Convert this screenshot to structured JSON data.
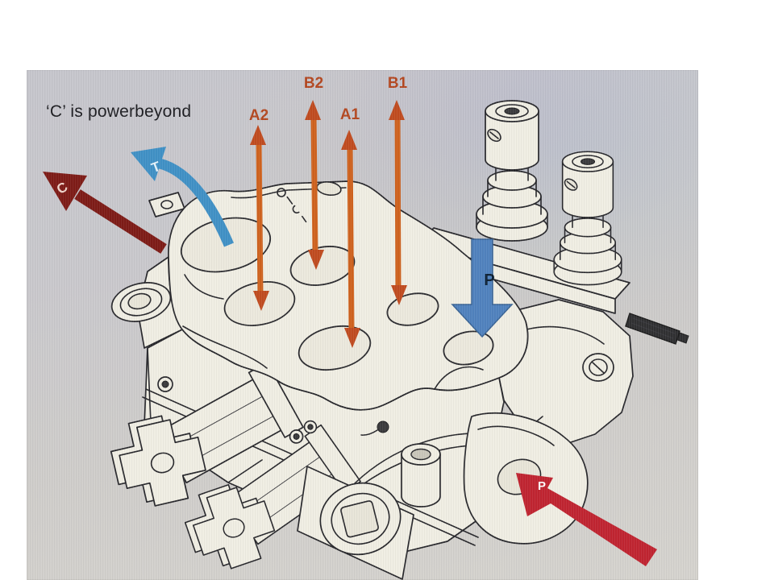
{
  "caption": "‘C’ is powerbeyond",
  "labels": {
    "c": "C",
    "t": "T",
    "a2": "A2",
    "b2": "B2",
    "a1": "A1",
    "b1": "B1",
    "p_pressure": "P",
    "p_inlet": "P"
  },
  "colors": {
    "c_arrow": "#7D1A15",
    "t_arrow": "#3F90C5",
    "work_port_arrow_shaft": "#CF611C",
    "work_port_arrow_head": "#C04A1E",
    "work_port_label": "#B3461E",
    "p_pressure_arrow": "#4F81BD",
    "p_inlet_arrow": "#C0232F",
    "caption_text": "#1B1B1F",
    "photo_background": "#C9C8CC",
    "drawing_fill": "#F0EEE3",
    "drawing_line": "#26262A"
  }
}
